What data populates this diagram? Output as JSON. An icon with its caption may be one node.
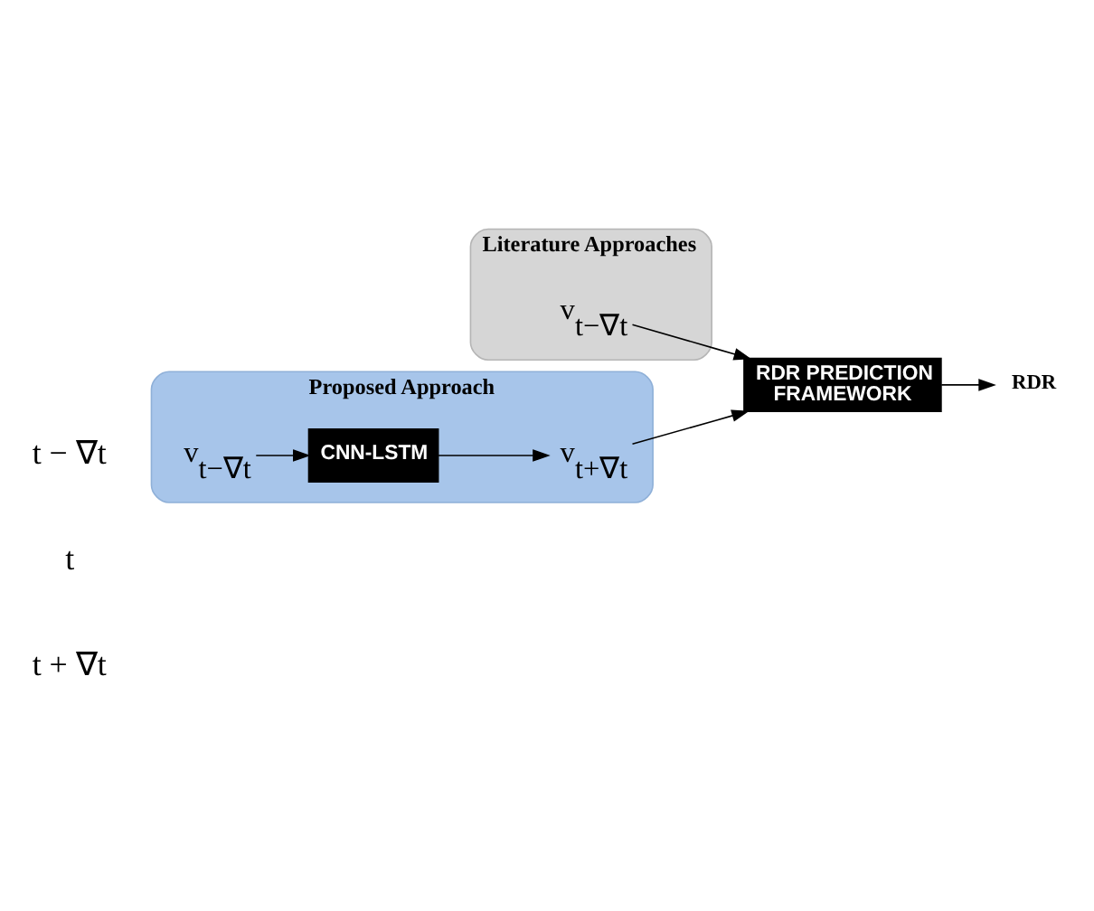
{
  "diagram": {
    "nodes": [
      {
        "text": [
          "Proposed Approach"
        ]
      },
      {
        "text": [
          "v$_{t−∇t}$"
        ],
        "in": 0
      },
      {
        "text": [
          "CNN-LSTM"
        ],
        "in": 0
      },
      {
        "text": [
          "v$_{t+∇t}$"
        ],
        "in": 0
      },
      {
        "text": [
          "RDR PREDICTION FRAMEWORK"
        ]
      },
      {
        "text": [
          "RDR"
        ]
      },
      {
        "text": [
          "Literature Approaches"
        ]
      },
      {
        "text": [
          "v$_{t−∇t}$"
        ],
        "in": 6
      }
    ],
    "edges": [
      {
        "from": 1,
        "to": 2,
        "arrow": "to"
      },
      {
        "from": 2,
        "to": 3,
        "arrow": "to"
      },
      {
        "from": 3,
        "to": 4,
        "arrow": "to"
      },
      {
        "from": 7,
        "to": 4,
        "arrow": "to"
      },
      {
        "from": 4,
        "to": 5,
        "arrow": "to"
      }
    ],
    "labels": [
      "t",
      "t − ∇t",
      "t + ∇t"
    ]
  }
}
